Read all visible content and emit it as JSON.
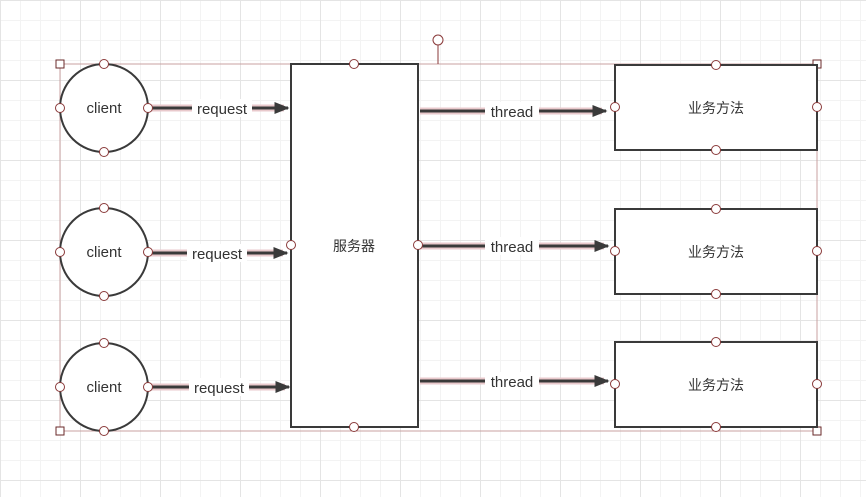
{
  "clients": [
    {
      "label": "client"
    },
    {
      "label": "client"
    },
    {
      "label": "client"
    }
  ],
  "requests": [
    {
      "label": "request"
    },
    {
      "label": "request"
    },
    {
      "label": "request"
    }
  ],
  "server": {
    "label": "服务器"
  },
  "threads": [
    {
      "label": "thread"
    },
    {
      "label": "thread"
    },
    {
      "label": "thread"
    }
  ],
  "methods": [
    {
      "label": "业务方法"
    },
    {
      "label": "业务方法"
    },
    {
      "label": "业务方法"
    }
  ]
}
